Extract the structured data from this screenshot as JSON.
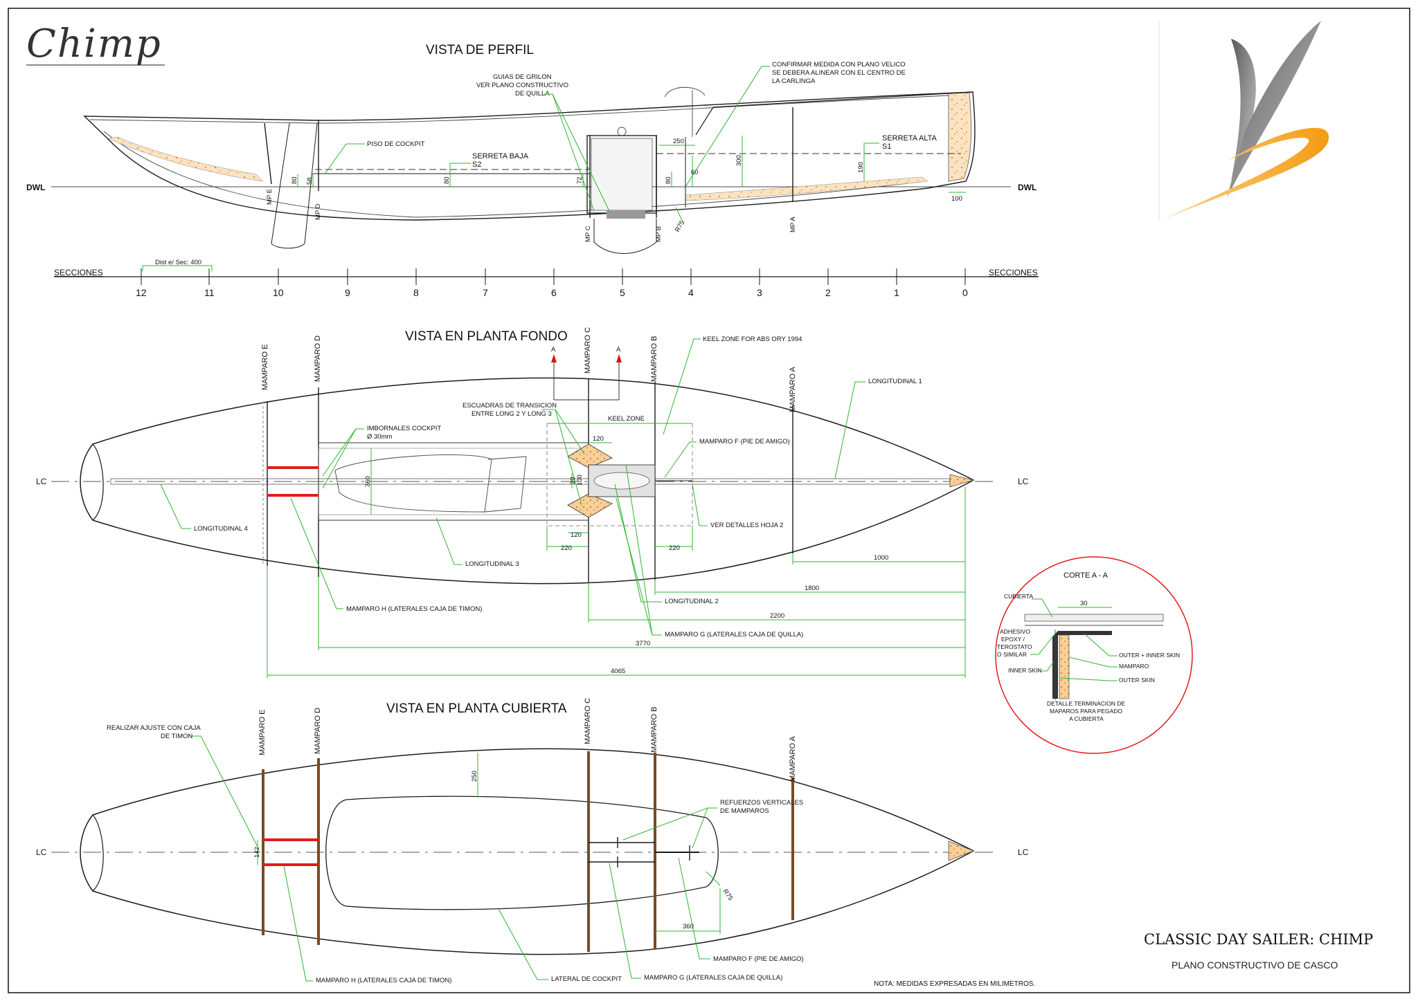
{
  "logo_text": "Chimp",
  "profile": {
    "title": "VISTA DE PERFIL",
    "dwl": "DWL",
    "grilon": [
      "GUIAS DE GRILON",
      "VER PLANO CONSTRUCTIVO",
      "DE QUILLA"
    ],
    "confirmar": [
      "CONFIRMAR MEDIDA CON PLANO VELICO",
      "SE DEBERA ALINEAR CON EL CENTRO DE",
      "LA CARLINGA"
    ],
    "piso": "PISO DE COCKPIT",
    "serreta_baja": [
      "SERRETA BAJA",
      "S2"
    ],
    "serreta_alta": [
      "SERRETA ALTA",
      "S1"
    ],
    "dims": {
      "d250": "250",
      "d300": "300",
      "d60": "60",
      "d190": "190",
      "d80a": "80",
      "d58": "58",
      "d80b": "80",
      "d72": "72",
      "d80c": "80",
      "d100": "100",
      "r75": "R75"
    },
    "bulkheads": {
      "mpe": "MP E",
      "mpd": "MP D",
      "mpc": "MP C",
      "mpb": "MP B",
      "mpa": "MP A"
    }
  },
  "sections": {
    "left": "SECCIONES",
    "right": "SECCIONES",
    "dist": "Dist e/ Sec: 400",
    "numbers": [
      "12",
      "11",
      "10",
      "9",
      "8",
      "7",
      "6",
      "5",
      "4",
      "3",
      "2",
      "1",
      "0"
    ]
  },
  "fondo": {
    "title": "VISTA EN PLANTA FONDO",
    "lc": "LC",
    "a": "A",
    "mamparos": {
      "e": "MAMPARO E",
      "d": "MAMPARO D",
      "c": "MAMPARO C",
      "b": "MAMPARO B",
      "a": "MAMPARO A"
    },
    "keel_zone_abs": "KEEL ZONE FOR ABS ORY 1994",
    "keel_zone": "KEEL ZONE",
    "long1": "LONGITUDINAL 1",
    "escuadras": [
      "ESCUADRAS DE TRANSICION",
      "ENTRE LONG 2 Y LONG 3"
    ],
    "imbornales": [
      "IMBORNALES COCKPIT",
      "Ø 30mm"
    ],
    "mamparo_f": "MAMPARO F (PIE DE AMIGO)",
    "ver_detalles": "VER DETALLES HOJA 2",
    "long4": "LONGITUDINAL 4",
    "long3": "LONGITUDINAL 3",
    "long2": "LONGITUDINAL 2",
    "mamparo_h": "MAMPARO H (LATERALES CAJA DE TIMON)",
    "mamparo_g": "MAMPARO G (LATERALES CAJA DE QUILLA)",
    "dims": {
      "d120a": "120",
      "d120b": "120",
      "d360": "360",
      "d20": "20",
      "d100": "100",
      "d220a": "220",
      "d220b": "220",
      "d1000": "1000",
      "d1800": "1800",
      "d2200": "2200",
      "d3770": "3770",
      "d4065": "4065"
    }
  },
  "cubierta": {
    "title": "VISTA EN PLANTA CUBIERTA",
    "lc": "LC",
    "mamparos": {
      "e": "MAMPARO E",
      "d": "MAMPARO D",
      "c": "MAMPARO C",
      "b": "MAMPARO B",
      "a": "MAMPARO A"
    },
    "realizar": [
      "REALIZAR AJUSTE CON CAJA",
      "DE TIMON"
    ],
    "refuerzos": [
      "REFUERZOS VERTICALES",
      "DE MAMPAROS"
    ],
    "mamparo_f": "MAMPARO F (PIE DE AMIGO)",
    "mamparo_h": "MAMPARO H (LATERALES CAJA DE TIMON)",
    "lateral": "LATERAL DE COCKPIT",
    "mamparo_g": "MAMPARO G (LATERALES CAJA DE QUILLA)",
    "dims": {
      "d250": "250",
      "d142": "142",
      "d360": "360",
      "r75": "R75"
    }
  },
  "corte": {
    "title": "CORTE A - A",
    "cubierta": "CUBIERTA",
    "d30": "30",
    "adhesivo": [
      "ADHESIVO",
      "EPOXY /",
      "TEROSTATO",
      "O SIMILAR"
    ],
    "outer_inner": "OUTER + INNER SKIN",
    "inner_skin": "INNER SKIN",
    "mamparo": "MAMPARO",
    "outer_skin": "OUTER SKIN",
    "detalle": [
      "DETALLE TERMINACION DE",
      "MAPAROS PARA PEGADO",
      "A CUBIERTA"
    ]
  },
  "title_block": {
    "main": "CLASSIC DAY SAILER: CHIMP",
    "sub": "PLANO CONSTRUCTIVO DE CASCO"
  },
  "nota": "NOTA: MEDIDAS EXPRESADAS EN MILIMETROS.",
  "colors": {
    "leader": "#2db52d",
    "frame": "#7a4a24",
    "rudder_box": "#e21b1b",
    "foam": "#f0a040",
    "logo_orange": "#f5a623",
    "logo_grey": "#8c8c8c"
  }
}
